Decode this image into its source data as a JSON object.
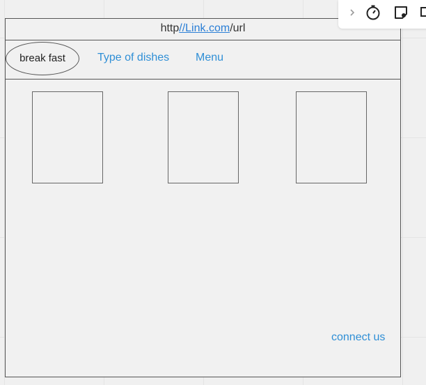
{
  "url_bar": {
    "prefix": "http",
    "link": "//Link.com",
    "suffix": "/url"
  },
  "nav": {
    "active": "break fast",
    "type_of_dishes": "Type of dishes",
    "menu": "Menu"
  },
  "footer": {
    "connect": "connect us"
  },
  "toolbar": {
    "icons": [
      "chevron-right-icon",
      "timer-icon",
      "sticky-note-icon",
      "screen-icon"
    ]
  },
  "colors": {
    "link": "#2f8fd6",
    "border": "#555555",
    "canvas": "#f0f0f0"
  }
}
